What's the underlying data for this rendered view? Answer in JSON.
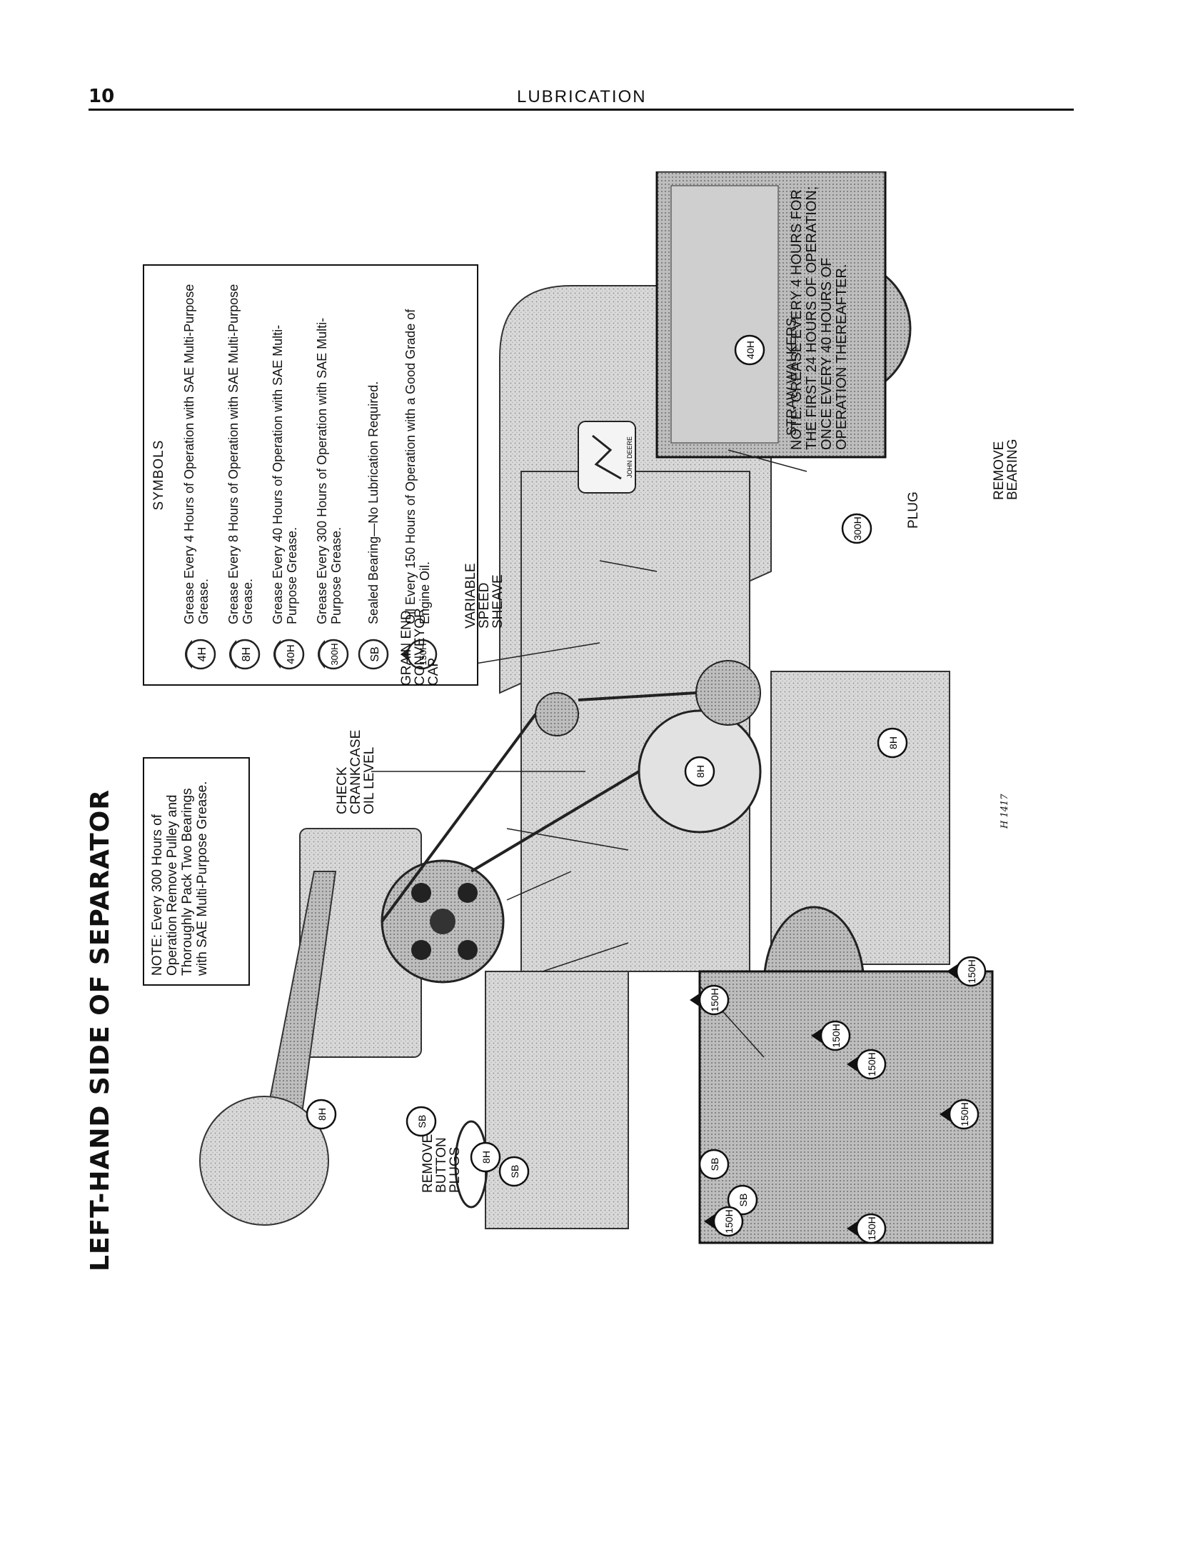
{
  "header": {
    "page_number": "10",
    "running_head": "LUBRICATION"
  },
  "figure": {
    "title": "LEFT-HAND SIDE OF SEPARATOR",
    "figure_id": "H 1417",
    "note_pulley": "NOTE: Every 300 Hours of Operation Remove Pulley and Thoroughly Pack Two Bearings with SAE Multi-Purpose Grease.",
    "note_walkers": "NOTE: GREASE EVERY 4 HOURS FOR THE FIRST 24 HOURS OF OPERATION; ONCE EVERY 40 HOURS OF OPERATION THEREAFTER.",
    "logo_text": "JOHN DEERE",
    "symbols": {
      "title": "SYMBOLS",
      "items": [
        {
          "badge": "4H",
          "text": "Grease Every 4 Hours of Operation with SAE Multi-Purpose Grease."
        },
        {
          "badge": "8H",
          "text": "Grease Every 8 Hours of Operation with SAE Multi-Purpose Grease."
        },
        {
          "badge": "40H",
          "text": "Grease Every 40 Hours of Operation with SAE Multi- Purpose Grease."
        },
        {
          "badge": "300H",
          "text": "Grease Every 300 Hours of Operation with SAE Multi-Purpose Grease."
        },
        {
          "badge": "SB",
          "text": "Sealed Bearing—No Lubrication Required."
        },
        {
          "badge": "150H",
          "text": "Oil Every 150 Hours of Operation with a Good Grade of Engine Oil."
        }
      ]
    },
    "callouts": {
      "check_crankcase": "CHECK CRANKCASE OIL LEVEL",
      "grain_end_conveyor_cap": "GRAIN END CONVEYOR CAP",
      "variable_speed_sheave": "VARIABLE SPEED SHEAVE",
      "straw_walkers": "STRAW WALKERS",
      "remove_bearing": "REMOVE BEARING",
      "plug": "PLUG",
      "remove_button_plugs": "REMOVE BUTTON PLUGS"
    },
    "badges": {
      "b300h": "300H",
      "b8h_a": "8H",
      "b8h_b": "8H",
      "b8h_c": "8H",
      "b8h_d": "8H",
      "b40h": "40H",
      "sb_a": "SB",
      "sb_b": "SB",
      "sb_c": "SB",
      "sb_d": "SB",
      "o150_a": "150H",
      "o150_b": "150H",
      "o150_c": "150H",
      "o150_d": "150H",
      "o150_e": "150H",
      "o150_f": "150H",
      "o150_g": "150H"
    }
  }
}
